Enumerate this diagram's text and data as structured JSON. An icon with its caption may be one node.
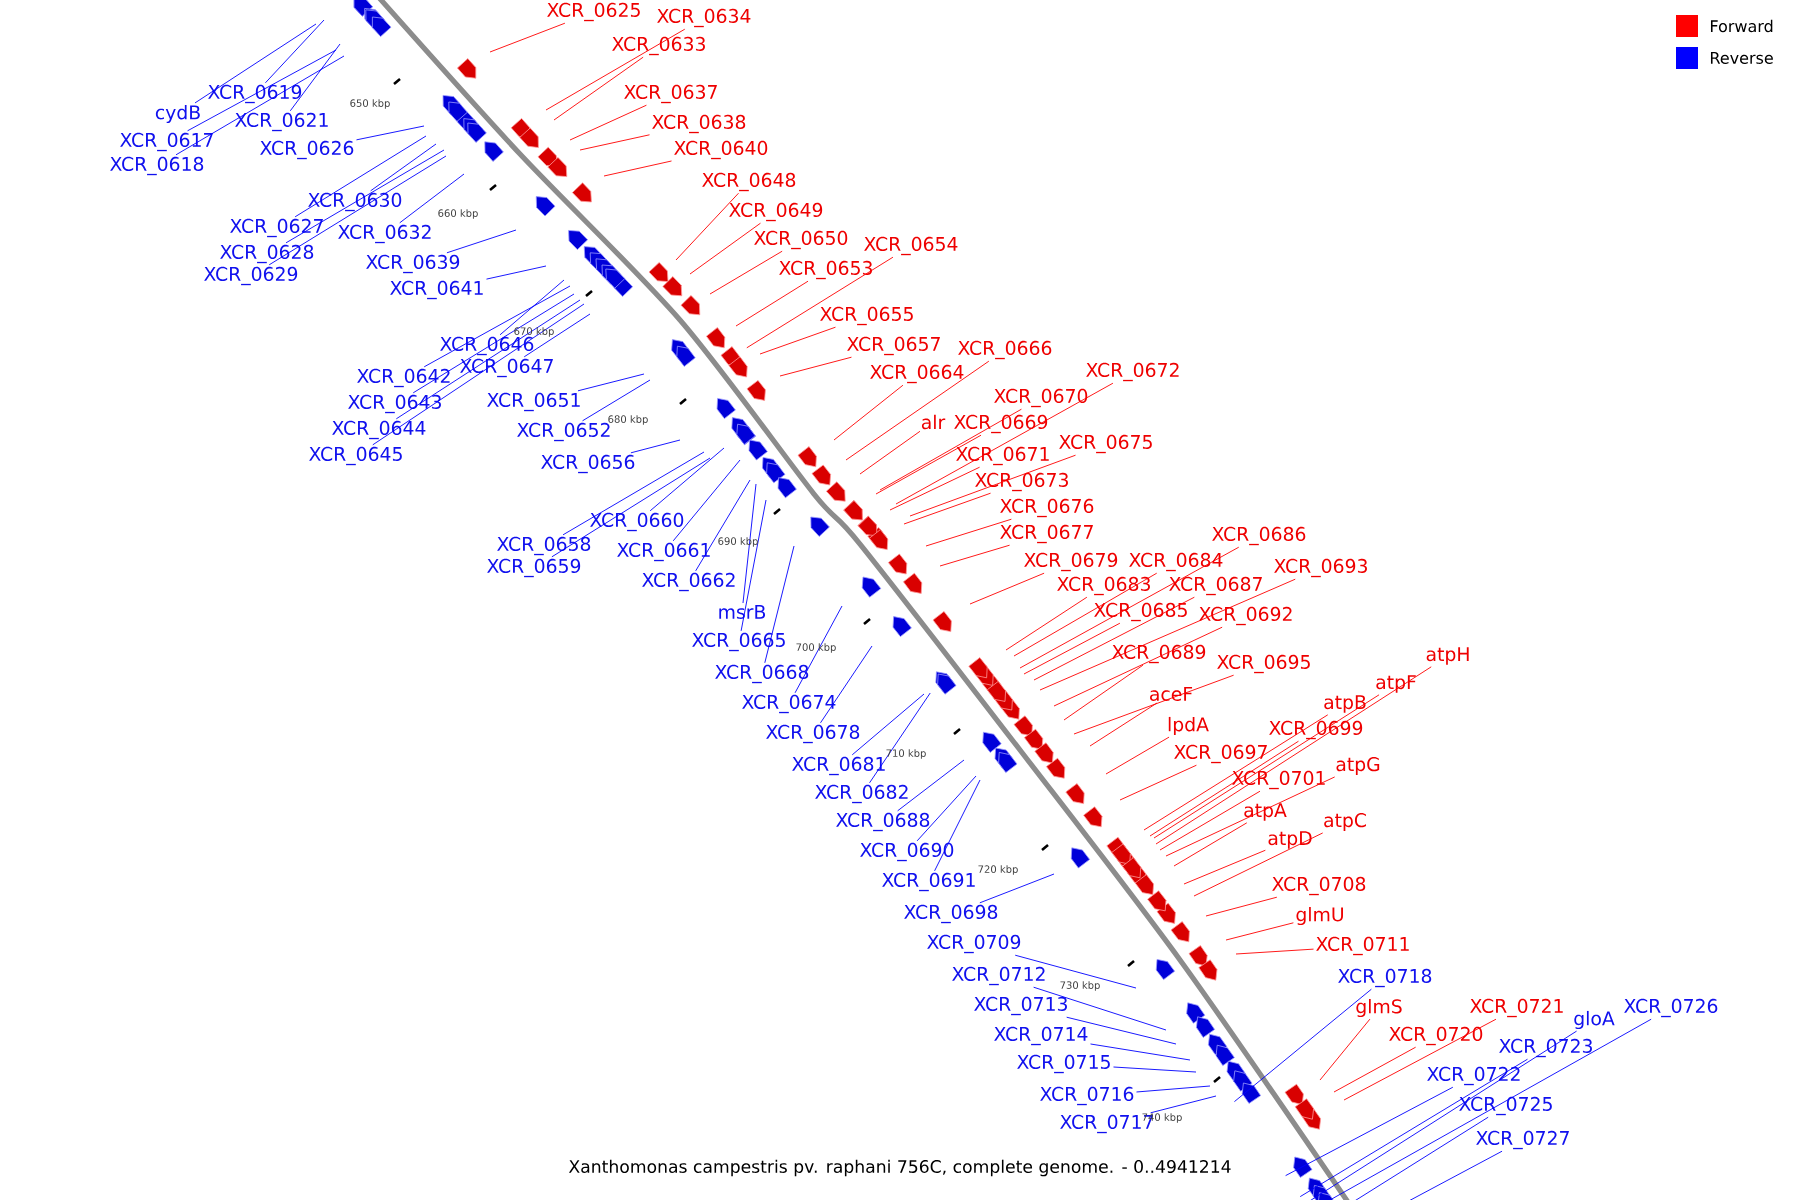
{
  "diagram": {
    "caption": "Xanthomonas campestris pv. raphani 756C, complete genome. - 0..4941214",
    "nodes": [
      {
        "text": [
          "XCR_0619"
        ]
      },
      {
        "text": [
          "cydB"
        ]
      },
      {
        "text": [
          "XCR_0621"
        ]
      },
      {
        "text": [
          "XCR_0617"
        ]
      },
      {
        "text": [
          "XCR_0618"
        ]
      },
      {
        "text": [
          "XCR_0626"
        ]
      },
      {
        "text": [
          "XCR_0630"
        ]
      },
      {
        "text": [
          "XCR_0627"
        ]
      },
      {
        "text": [
          "XCR_0632"
        ]
      },
      {
        "text": [
          "XCR_0628"
        ]
      },
      {
        "text": [
          "XCR_0629"
        ]
      },
      {
        "text": [
          "XCR_0639"
        ]
      },
      {
        "text": [
          "XCR_0641"
        ]
      },
      {
        "text": [
          "XCR_0646"
        ]
      },
      {
        "text": [
          "XCR_0642"
        ]
      },
      {
        "text": [
          "XCR_0647"
        ]
      },
      {
        "text": [
          "XCR_0643"
        ]
      },
      {
        "text": [
          "XCR_0644"
        ]
      },
      {
        "text": [
          "XCR_0645"
        ]
      },
      {
        "text": [
          "XCR_0651"
        ]
      },
      {
        "text": [
          "XCR_0652"
        ]
      },
      {
        "text": [
          "XCR_0656"
        ]
      },
      {
        "text": [
          "XCR_0660"
        ]
      },
      {
        "text": [
          "XCR_0658"
        ]
      },
      {
        "text": [
          "XCR_0659"
        ]
      },
      {
        "text": [
          "XCR_0661"
        ]
      },
      {
        "text": [
          "XCR_0662"
        ]
      },
      {
        "text": [
          "msrB"
        ]
      },
      {
        "text": [
          "XCR_0665"
        ]
      },
      {
        "text": [
          "XCR_0668"
        ]
      },
      {
        "text": [
          "XCR_0674"
        ]
      },
      {
        "text": [
          "XCR_0678"
        ]
      },
      {
        "text": [
          "XCR_0681"
        ]
      },
      {
        "text": [
          "XCR_0682"
        ]
      },
      {
        "text": [
          "XCR_0688"
        ]
      },
      {
        "text": [
          "XCR_0690"
        ]
      },
      {
        "text": [
          "XCR_0691"
        ]
      },
      {
        "text": [
          "XCR_0698"
        ]
      },
      {
        "text": [
          "XCR_0709"
        ]
      },
      {
        "text": [
          "XCR_0712"
        ]
      },
      {
        "text": [
          "XCR_0713"
        ]
      },
      {
        "text": [
          "XCR_0714"
        ]
      },
      {
        "text": [
          "XCR_0715"
        ]
      },
      {
        "text": [
          "XCR_0716"
        ]
      },
      {
        "text": [
          "XCR_0717"
        ]
      },
      {
        "text": [
          "XCR_0718"
        ]
      },
      {
        "text": [
          "XCR_0722"
        ]
      },
      {
        "text": [
          "XCR_0723"
        ]
      },
      {
        "text": [
          "gloA"
        ]
      },
      {
        "text": [
          "XCR_0726"
        ]
      },
      {
        "text": [
          "XCR_0725"
        ]
      },
      {
        "text": [
          "XCR_0727"
        ]
      },
      {
        "text": [
          "XCR_0625"
        ]
      },
      {
        "text": [
          "XCR_0634"
        ]
      },
      {
        "text": [
          "XCR_0633"
        ]
      },
      {
        "text": [
          "XCR_0637"
        ]
      },
      {
        "text": [
          "XCR_0638"
        ]
      },
      {
        "text": [
          "XCR_0640"
        ]
      },
      {
        "text": [
          "XCR_0648"
        ]
      },
      {
        "text": [
          "XCR_0649"
        ]
      },
      {
        "text": [
          "XCR_0650"
        ]
      },
      {
        "text": [
          "XCR_0654"
        ]
      },
      {
        "text": [
          "XCR_0653"
        ]
      },
      {
        "text": [
          "XCR_0655"
        ]
      },
      {
        "text": [
          "XCR_0657"
        ]
      },
      {
        "text": [
          "XCR_0666"
        ]
      },
      {
        "text": [
          "XCR_0664"
        ]
      },
      {
        "text": [
          "XCR_0672"
        ]
      },
      {
        "text": [
          "XCR_0670"
        ]
      },
      {
        "text": [
          "alr"
        ]
      },
      {
        "text": [
          "XCR_0669"
        ]
      },
      {
        "text": [
          "XCR_0675"
        ]
      },
      {
        "text": [
          "XCR_0671"
        ]
      },
      {
        "text": [
          "XCR_0673"
        ]
      },
      {
        "text": [
          "XCR_0676"
        ]
      },
      {
        "text": [
          "XCR_0677"
        ]
      },
      {
        "text": [
          "XCR_0686"
        ]
      },
      {
        "text": [
          "XCR_0679"
        ]
      },
      {
        "text": [
          "XCR_0684"
        ]
      },
      {
        "text": [
          "XCR_0693"
        ]
      },
      {
        "text": [
          "XCR_0683"
        ]
      },
      {
        "text": [
          "XCR_0687"
        ]
      },
      {
        "text": [
          "XCR_0685"
        ]
      },
      {
        "text": [
          "XCR_0692"
        ]
      },
      {
        "text": [
          "XCR_0689"
        ]
      },
      {
        "text": [
          "XCR_0695"
        ]
      },
      {
        "text": [
          "atpH"
        ]
      },
      {
        "text": [
          "atpF"
        ]
      },
      {
        "text": [
          "aceF"
        ]
      },
      {
        "text": [
          "atpB"
        ]
      },
      {
        "text": [
          "lpdA"
        ]
      },
      {
        "text": [
          "XCR_0699"
        ]
      },
      {
        "text": [
          "XCR_0697"
        ]
      },
      {
        "text": [
          "atpG"
        ]
      },
      {
        "text": [
          "XCR_0701"
        ]
      },
      {
        "text": [
          "atpA"
        ]
      },
      {
        "text": [
          "atpC"
        ]
      },
      {
        "text": [
          "atpD"
        ]
      },
      {
        "text": [
          "XCR_0708"
        ]
      },
      {
        "text": [
          "glmU"
        ]
      },
      {
        "text": [
          "XCR_0711"
        ]
      },
      {
        "text": [
          "glmS"
        ]
      },
      {
        "text": [
          "XCR_0721"
        ]
      },
      {
        "text": [
          "XCR_0720"
        ]
      }
    ],
    "edges": [
      {
        "from": 0,
        "to": null,
        "arrow": "none",
        "color": "#0000ff"
      },
      {
        "from": 1,
        "to": null,
        "arrow": "none",
        "color": "#0000ff"
      },
      {
        "from": 2,
        "to": null,
        "arrow": "none",
        "color": "#0000ff"
      },
      {
        "from": 3,
        "to": null,
        "arrow": "none",
        "color": "#0000ff"
      },
      {
        "from": 4,
        "to": null,
        "arrow": "none",
        "color": "#0000ff"
      },
      {
        "from": 5,
        "to": null,
        "arrow": "none",
        "color": "#0000ff"
      },
      {
        "from": 6,
        "to": null,
        "arrow": "none",
        "color": "#0000ff"
      },
      {
        "from": 7,
        "to": null,
        "arrow": "none",
        "color": "#0000ff"
      },
      {
        "from": 8,
        "to": null,
        "arrow": "none",
        "color": "#0000ff"
      },
      {
        "from": 9,
        "to": null,
        "arrow": "none",
        "color": "#0000ff"
      },
      {
        "from": 10,
        "to": null,
        "arrow": "none",
        "color": "#0000ff"
      },
      {
        "from": 11,
        "to": null,
        "arrow": "none",
        "color": "#0000ff"
      },
      {
        "from": 12,
        "to": null,
        "arrow": "none",
        "color": "#0000ff"
      },
      {
        "from": 13,
        "to": null,
        "arrow": "none",
        "color": "#0000ff"
      },
      {
        "from": 14,
        "to": null,
        "arrow": "none",
        "color": "#0000ff"
      },
      {
        "from": 15,
        "to": null,
        "arrow": "none",
        "color": "#0000ff"
      },
      {
        "from": 16,
        "to": null,
        "arrow": "none",
        "color": "#0000ff"
      },
      {
        "from": 17,
        "to": null,
        "arrow": "none",
        "color": "#0000ff"
      },
      {
        "from": 18,
        "to": null,
        "arrow": "none",
        "color": "#0000ff"
      },
      {
        "from": 19,
        "to": null,
        "arrow": "none",
        "color": "#0000ff"
      },
      {
        "from": 20,
        "to": null,
        "arrow": "none",
        "color": "#0000ff"
      },
      {
        "from": 21,
        "to": null,
        "arrow": "none",
        "color": "#0000ff"
      },
      {
        "from": 22,
        "to": null,
        "arrow": "none",
        "color": "#0000ff"
      },
      {
        "from": 23,
        "to": null,
        "arrow": "none",
        "color": "#0000ff"
      },
      {
        "from": 24,
        "to": null,
        "arrow": "none",
        "color": "#0000ff"
      },
      {
        "from": 25,
        "to": null,
        "arrow": "none",
        "color": "#0000ff"
      },
      {
        "from": 26,
        "to": null,
        "arrow": "none",
        "color": "#0000ff"
      },
      {
        "from": 27,
        "to": null,
        "arrow": "none",
        "color": "#0000ff"
      },
      {
        "from": 28,
        "to": null,
        "arrow": "none",
        "color": "#0000ff"
      },
      {
        "from": 29,
        "to": null,
        "arrow": "none",
        "color": "#0000ff"
      },
      {
        "from": 30,
        "to": null,
        "arrow": "none",
        "color": "#0000ff"
      },
      {
        "from": 31,
        "to": null,
        "arrow": "none",
        "color": "#0000ff"
      },
      {
        "from": 32,
        "to": null,
        "arrow": "none",
        "color": "#0000ff"
      },
      {
        "from": 33,
        "to": null,
        "arrow": "none",
        "color": "#0000ff"
      },
      {
        "from": 34,
        "to": null,
        "arrow": "none",
        "color": "#0000ff"
      },
      {
        "from": 35,
        "to": null,
        "arrow": "none",
        "color": "#0000ff"
      },
      {
        "from": 36,
        "to": null,
        "arrow": "none",
        "color": "#0000ff"
      },
      {
        "from": 37,
        "to": null,
        "arrow": "none",
        "color": "#0000ff"
      },
      {
        "from": 38,
        "to": null,
        "arrow": "none",
        "color": "#0000ff"
      },
      {
        "from": 39,
        "to": null,
        "arrow": "none",
        "color": "#0000ff"
      },
      {
        "from": 40,
        "to": null,
        "arrow": "none",
        "color": "#0000ff"
      },
      {
        "from": 41,
        "to": null,
        "arrow": "none",
        "color": "#0000ff"
      },
      {
        "from": 42,
        "to": null,
        "arrow": "none",
        "color": "#0000ff"
      },
      {
        "from": 43,
        "to": null,
        "arrow": "none",
        "color": "#0000ff"
      },
      {
        "from": 44,
        "to": null,
        "arrow": "none",
        "color": "#0000ff"
      },
      {
        "from": 45,
        "to": null,
        "arrow": "none",
        "color": "#0000ff"
      },
      {
        "from": 46,
        "to": null,
        "arrow": "none",
        "color": "#0000ff"
      },
      {
        "from": 47,
        "to": null,
        "arrow": "none",
        "color": "#0000ff"
      },
      {
        "from": 48,
        "to": null,
        "arrow": "none",
        "color": "#0000ff"
      },
      {
        "from": 49,
        "to": null,
        "arrow": "none",
        "color": "#0000ff"
      },
      {
        "from": 50,
        "to": null,
        "arrow": "none",
        "color": "#0000ff"
      },
      {
        "from": 51,
        "to": null,
        "arrow": "none",
        "color": "#0000ff"
      },
      {
        "from": 52,
        "to": null,
        "arrow": "none",
        "color": "#ff0000"
      },
      {
        "from": 53,
        "to": null,
        "arrow": "none",
        "color": "#ff0000"
      },
      {
        "from": 54,
        "to": null,
        "arrow": "none",
        "color": "#ff0000"
      },
      {
        "from": 55,
        "to": null,
        "arrow": "none",
        "color": "#ff0000"
      },
      {
        "from": 56,
        "to": null,
        "arrow": "none",
        "color": "#ff0000"
      },
      {
        "from": 57,
        "to": null,
        "arrow": "none",
        "color": "#ff0000"
      },
      {
        "from": 58,
        "to": null,
        "arrow": "none",
        "color": "#ff0000"
      },
      {
        "from": 59,
        "to": null,
        "arrow": "none",
        "color": "#ff0000"
      },
      {
        "from": 60,
        "to": null,
        "arrow": "none",
        "color": "#ff0000"
      },
      {
        "from": 61,
        "to": null,
        "arrow": "none",
        "color": "#ff0000"
      },
      {
        "from": 62,
        "to": null,
        "arrow": "none",
        "color": "#ff0000"
      },
      {
        "from": 63,
        "to": null,
        "arrow": "none",
        "color": "#ff0000"
      },
      {
        "from": 64,
        "to": null,
        "arrow": "none",
        "color": "#ff0000"
      },
      {
        "from": 65,
        "to": null,
        "arrow": "none",
        "color": "#ff0000"
      },
      {
        "from": 66,
        "to": null,
        "arrow": "none",
        "color": "#ff0000"
      },
      {
        "from": 67,
        "to": null,
        "arrow": "none",
        "color": "#ff0000"
      },
      {
        "from": 68,
        "to": null,
        "arrow": "none",
        "color": "#ff0000"
      },
      {
        "from": 69,
        "to": null,
        "arrow": "none",
        "color": "#ff0000"
      },
      {
        "from": 70,
        "to": null,
        "arrow": "none",
        "color": "#ff0000"
      },
      {
        "from": 71,
        "to": null,
        "arrow": "none",
        "color": "#ff0000"
      },
      {
        "from": 72,
        "to": null,
        "arrow": "none",
        "color": "#ff0000"
      },
      {
        "from": 73,
        "to": null,
        "arrow": "none",
        "color": "#ff0000"
      },
      {
        "from": 74,
        "to": null,
        "arrow": "none",
        "color": "#ff0000"
      },
      {
        "from": 75,
        "to": null,
        "arrow": "none",
        "color": "#ff0000"
      },
      {
        "from": 76,
        "to": null,
        "arrow": "none",
        "color": "#ff0000"
      },
      {
        "from": 77,
        "to": null,
        "arrow": "none",
        "color": "#ff0000"
      },
      {
        "from": 78,
        "to": null,
        "arrow": "none",
        "color": "#ff0000"
      },
      {
        "from": 79,
        "to": null,
        "arrow": "none",
        "color": "#ff0000"
      },
      {
        "from": 80,
        "to": null,
        "arrow": "none",
        "color": "#ff0000"
      },
      {
        "from": 81,
        "to": null,
        "arrow": "none",
        "color": "#ff0000"
      },
      {
        "from": 82,
        "to": null,
        "arrow": "none",
        "color": "#ff0000"
      },
      {
        "from": 83,
        "to": null,
        "arrow": "none",
        "color": "#ff0000"
      },
      {
        "from": 84,
        "to": null,
        "arrow": "none",
        "color": "#ff0000"
      },
      {
        "from": 85,
        "to": null,
        "arrow": "none",
        "color": "#ff0000"
      },
      {
        "from": 86,
        "to": null,
        "arrow": "none",
        "color": "#ff0000"
      },
      {
        "from": 87,
        "to": null,
        "arrow": "none",
        "color": "#ff0000"
      },
      {
        "from": 88,
        "to": null,
        "arrow": "none",
        "color": "#ff0000"
      },
      {
        "from": 89,
        "to": null,
        "arrow": "none",
        "color": "#ff0000"
      },
      {
        "from": 90,
        "to": null,
        "arrow": "none",
        "color": "#ff0000"
      },
      {
        "from": 91,
        "to": null,
        "arrow": "none",
        "color": "#ff0000"
      },
      {
        "from": 92,
        "to": null,
        "arrow": "none",
        "color": "#ff0000"
      },
      {
        "from": 93,
        "to": null,
        "arrow": "none",
        "color": "#ff0000"
      },
      {
        "from": 94,
        "to": null,
        "arrow": "none",
        "color": "#ff0000"
      },
      {
        "from": 95,
        "to": null,
        "arrow": "none",
        "color": "#ff0000"
      },
      {
        "from": 96,
        "to": null,
        "arrow": "none",
        "color": "#ff0000"
      },
      {
        "from": 97,
        "to": null,
        "arrow": "none",
        "color": "#ff0000"
      },
      {
        "from": 98,
        "to": null,
        "arrow": "none",
        "color": "#ff0000"
      },
      {
        "from": 99,
        "to": null,
        "arrow": "none",
        "color": "#ff0000"
      },
      {
        "from": 100,
        "to": null,
        "arrow": "none",
        "color": "#ff0000"
      },
      {
        "from": 101,
        "to": null,
        "arrow": "none",
        "color": "#ff0000"
      },
      {
        "from": 102,
        "to": null,
        "arrow": "none",
        "color": "#ff0000"
      },
      {
        "from": 103,
        "to": null,
        "arrow": "none",
        "color": "#ff0000"
      }
    ],
    "labels": [
      "650 kbp",
      "660 kbp",
      "670 kbp",
      "680 kbp",
      "690 kbp",
      "700 kbp",
      "710 kbp",
      "720 kbp",
      "730 kbp",
      "740 kbp"
    ],
    "legend": [
      {
        "text": "Forward",
        "color": "#ff0000"
      },
      {
        "text": "Reverse",
        "color": "#0000ff"
      }
    ]
  }
}
